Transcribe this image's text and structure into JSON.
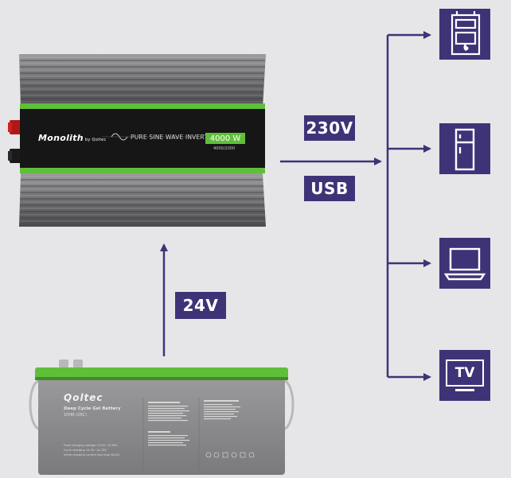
{
  "labels": {
    "ac_output": "230V",
    "usb_output": "USB",
    "battery_voltage": "24V"
  },
  "inverter": {
    "brand": "Monolith",
    "brand_suffix": "by Qoltec",
    "caption": "PURE SINE WAVE INVERTER",
    "power": "4000 W",
    "rating": "4000/2000"
  },
  "battery": {
    "brand": "Qoltec",
    "model": "Deep Cycle Gel Battery",
    "rate": "10HR (25C)",
    "spec_lines": [
      "Float charging voltage 13.50~13.80V",
      "Cycle charging 14.40~14.70V",
      "Initial charging current less than 60.0A"
    ]
  },
  "devices": [
    {
      "name": "boiler-icon"
    },
    {
      "name": "fridge-icon"
    },
    {
      "name": "laptop-icon"
    },
    {
      "name": "tv-icon",
      "text": "TV"
    }
  ],
  "colors": {
    "accent": "#3f3377",
    "background": "#e6e6e8",
    "inverter_green": "#5fbf3a",
    "battery_body": "#8a8a8c"
  }
}
